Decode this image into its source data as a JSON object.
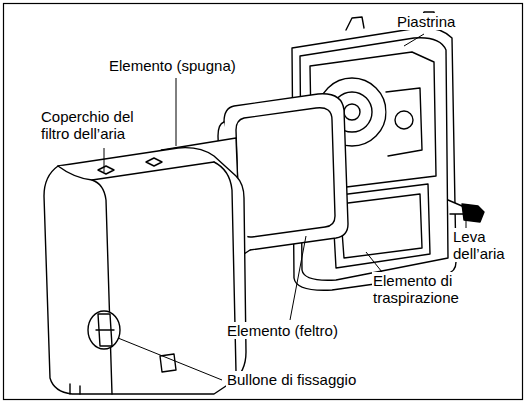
{
  "diagram": {
    "labels": [
      "Piastrina",
      "Elemento (spugna)",
      "Coperchio del filtro dell’aria",
      "Leva dell’aria",
      "Elemento di traspirazione",
      "Elemento (feltro)",
      "Bullone di fissaggio"
    ]
  }
}
